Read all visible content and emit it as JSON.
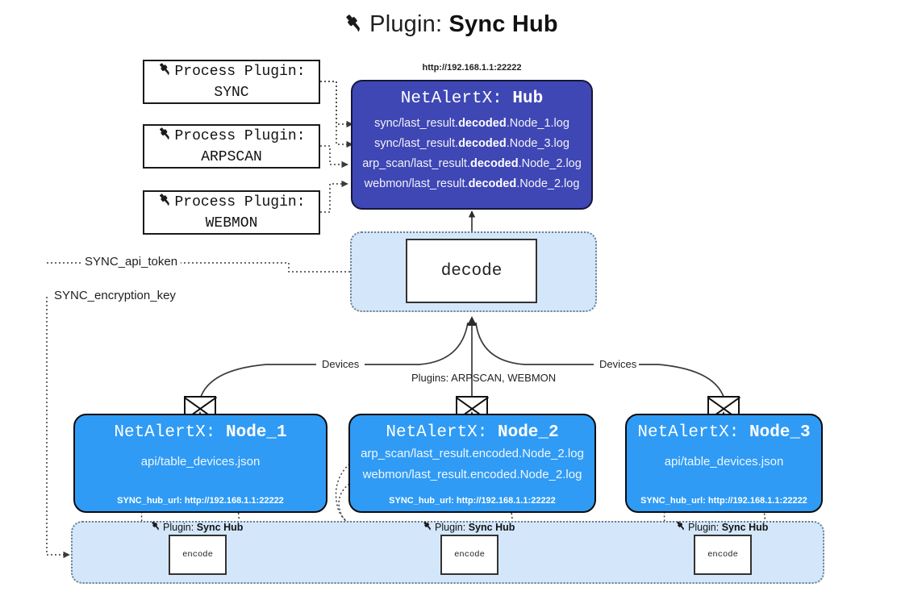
{
  "header": {
    "icon": "plug-icon",
    "prefix": "Plugin:",
    "name": "Sync Hub"
  },
  "process_plugins": [
    {
      "icon": "plug-icon",
      "line1": "Process Plugin:",
      "line2": "SYNC"
    },
    {
      "icon": "plug-icon",
      "line1": "Process Plugin:",
      "line2": "ARPSCAN"
    },
    {
      "icon": "plug-icon",
      "line1": "Process Plugin:",
      "line2": "WEBMON"
    }
  ],
  "hub": {
    "url": "http://192.168.1.1:22222",
    "title_prefix": "NetAlertX:",
    "title_name": "Hub",
    "logs": [
      {
        "pre": "sync/last_result.",
        "em": "decoded",
        "post": ".Node_1.log"
      },
      {
        "pre": "sync/last_result.",
        "em": "decoded",
        "post": ".Node_3.log"
      },
      {
        "pre": "arp_scan/last_result.",
        "em": "decoded",
        "post": ".Node_2.log"
      },
      {
        "pre": "webmon/last_result.",
        "em": "decoded",
        "post": ".Node_2.log"
      }
    ]
  },
  "decode": {
    "label": "decode"
  },
  "secrets": {
    "api_token": "SYNC_api_token",
    "encryption_key": "SYNC_encryption_key"
  },
  "edge_labels": {
    "devices_left": "Devices",
    "devices_right": "Devices",
    "plugins_middle": "Plugins: ARPSCAN, WEBMON"
  },
  "nodes": [
    {
      "title_prefix": "NetAlertX:",
      "title_name": "Node_1",
      "lines": [
        "api/table_devices.json"
      ],
      "footer": "SYNC_hub_url: http://192.168.1.1:22222"
    },
    {
      "title_prefix": "NetAlertX:",
      "title_name": "Node_2",
      "lines": [
        "arp_scan/last_result.encoded.Node_2.log",
        "webmon/last_result.encoded.Node_2.log"
      ],
      "footer": "SYNC_hub_url: http://192.168.1.1:22222"
    },
    {
      "title_prefix": "NetAlertX:",
      "title_name": "Node_3",
      "lines": [
        "api/table_devices.json"
      ],
      "footer": "SYNC_hub_url: http://192.168.1.1:22222"
    }
  ],
  "encoders": [
    {
      "icon": "plug-icon",
      "plugin_prefix": "Plugin:",
      "plugin_name": "Sync Hub",
      "label": "encode"
    },
    {
      "icon": "plug-icon",
      "plugin_prefix": "Plugin:",
      "plugin_name": "Sync Hub",
      "label": "encode"
    },
    {
      "icon": "plug-icon",
      "plugin_prefix": "Plugin:",
      "plugin_name": "Sync Hub",
      "label": "encode"
    }
  ],
  "colors": {
    "hub_fill": "#3f47b5",
    "node_fill": "#2f9bf5",
    "container_fill": "#d4e7fa",
    "stroke": "#1a1a1a"
  }
}
